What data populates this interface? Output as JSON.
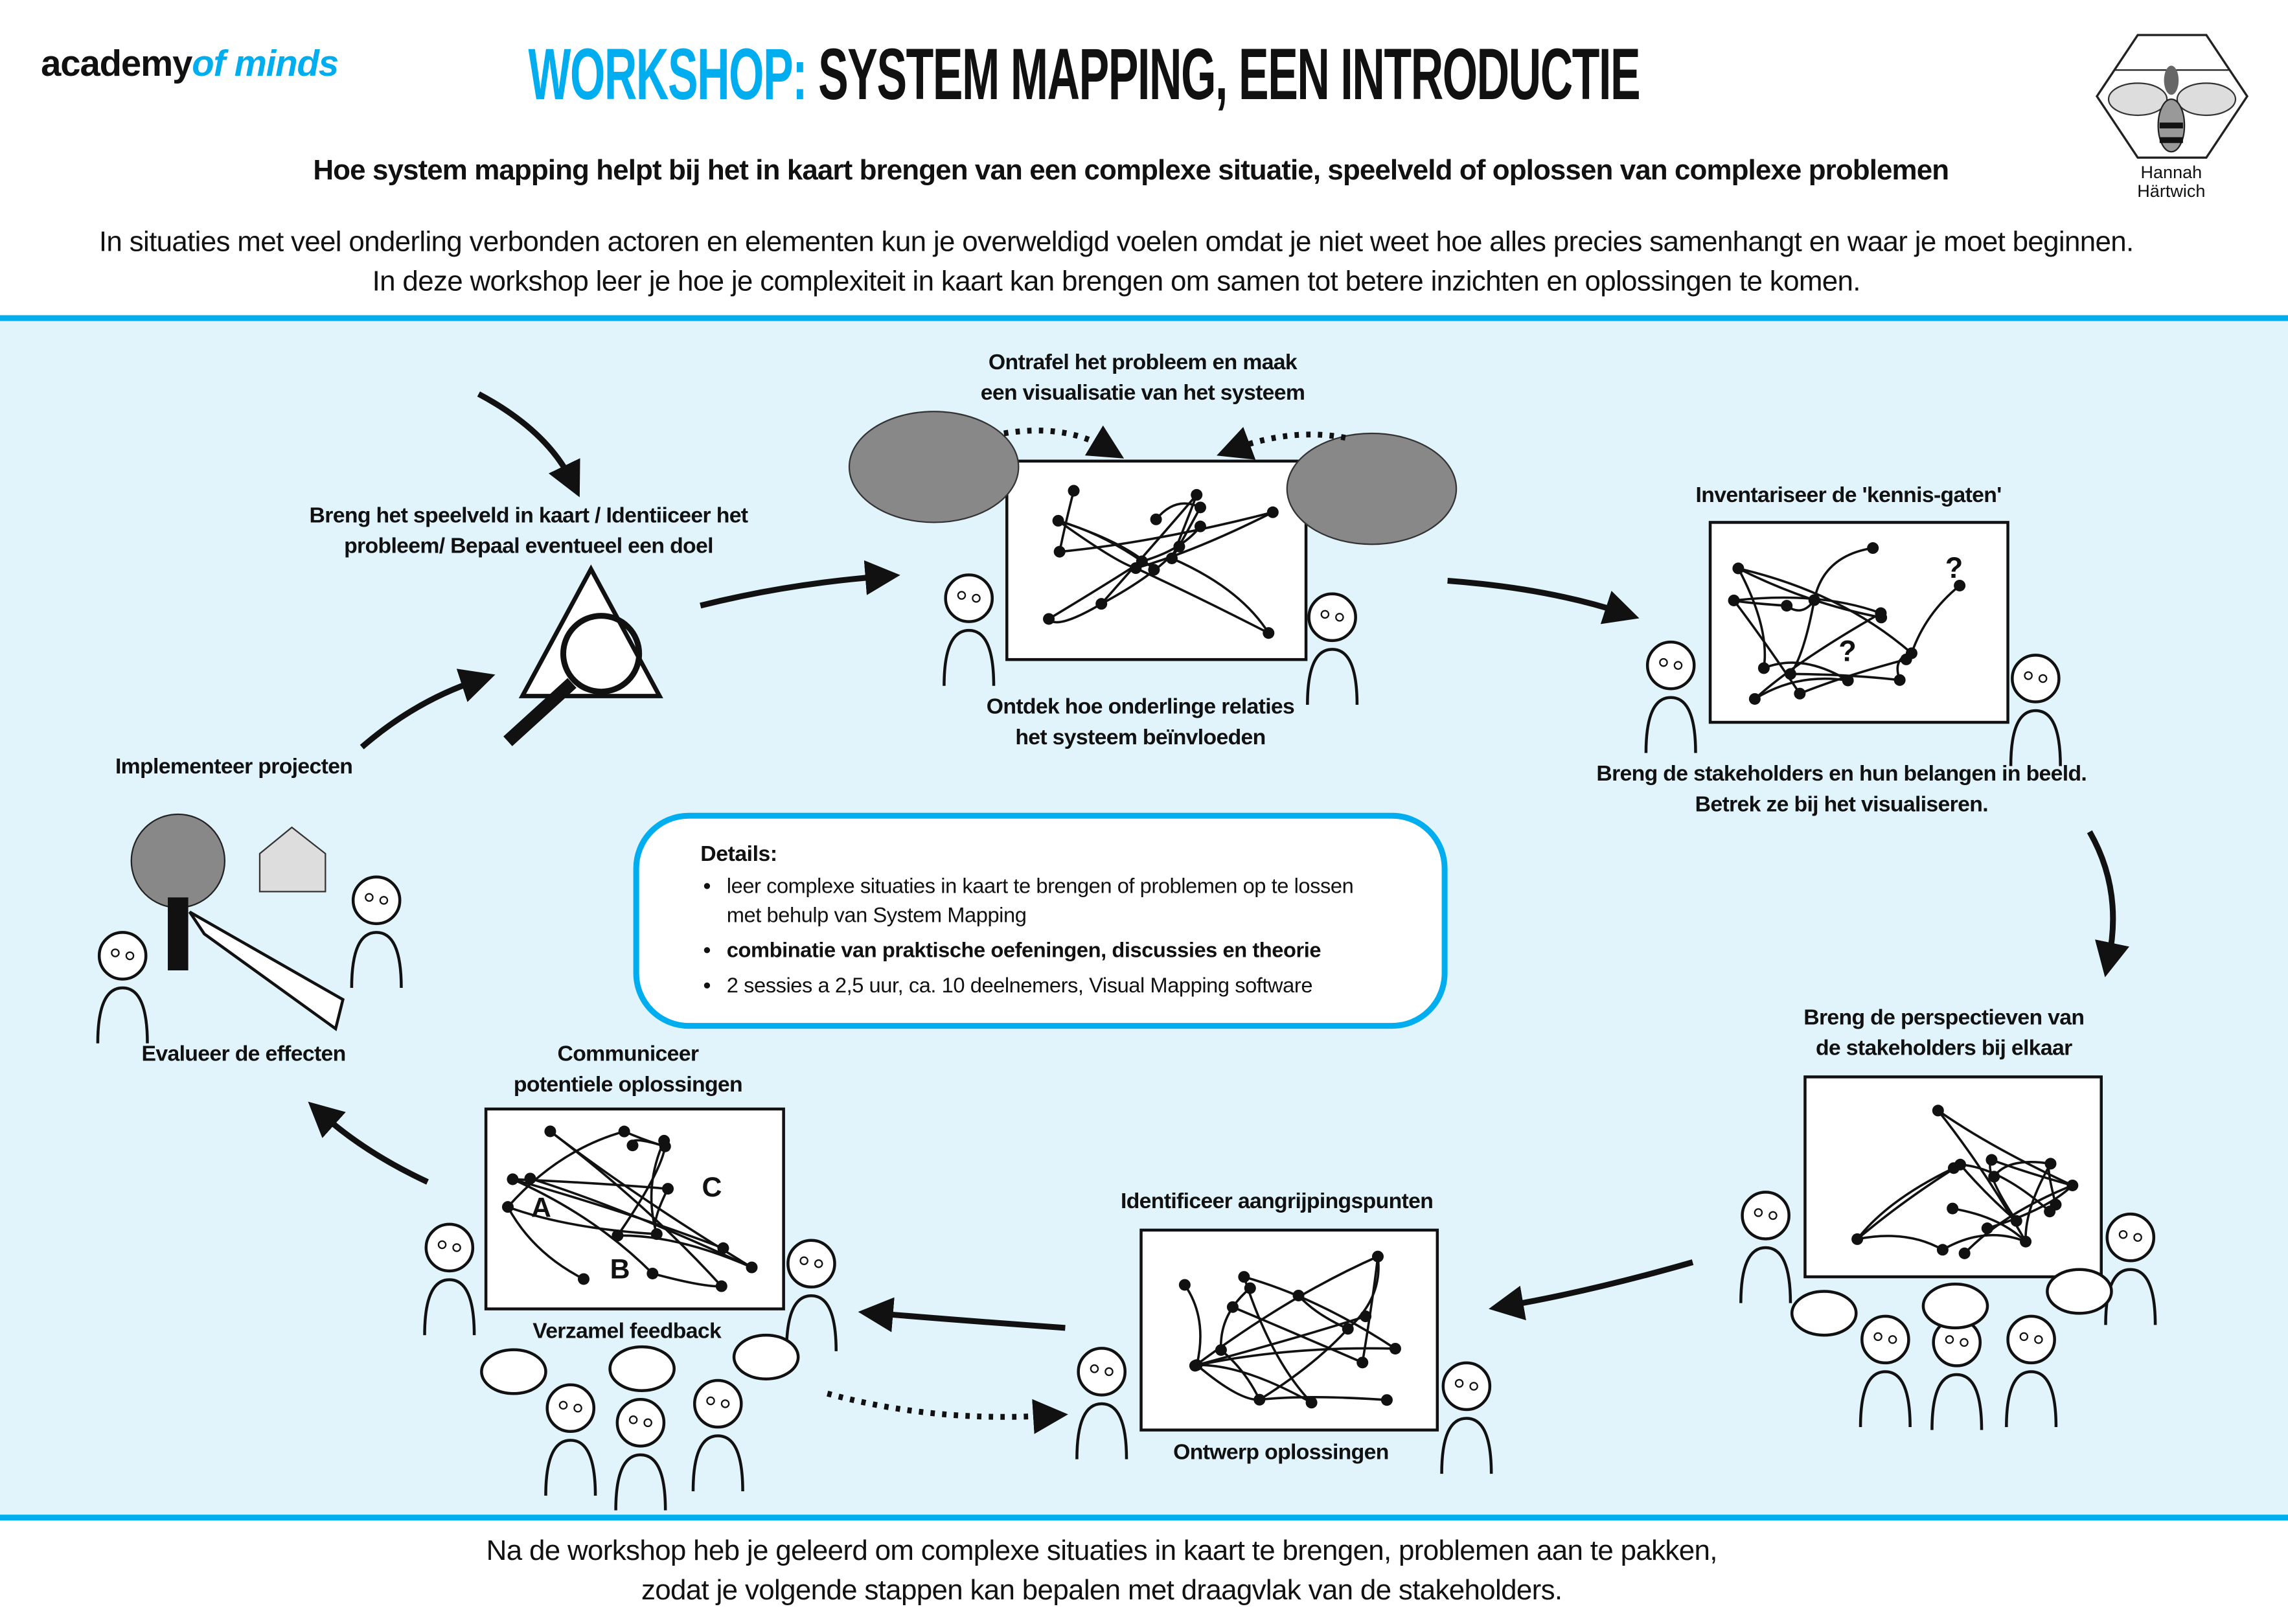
{
  "header": {
    "logo": {
      "part1": "academy",
      "part2": "of minds"
    },
    "title_accent": "WORKSHOP:",
    "title_main": " SYSTEM MAPPING, EEN INTRODUCTIE",
    "subtitle": "Hoe system mapping helpt bij het in kaart brengen van een complexe situatie, speelveld of oplossen van complexe problemen",
    "intro": "In situaties met veel onderling verbonden actoren en elementen kun je overweldigd voelen omdat je niet weet hoe alles precies samenhangt en waar je moet beginnen. In deze workshop leer je hoe je complexiteit in kaart kan brengen om samen tot betere inzichten en oplossingen te komen.",
    "signature": {
      "line1": "Hannah",
      "line2": "Härtwich"
    }
  },
  "steps": {
    "speelveld": [
      "Breng het speelveld in kaart / Identiiceer het",
      "probleem/ Bepaal eventueel een doel"
    ],
    "ontrafel": [
      "Ontrafel het probleem en maak",
      "een visualisatie van het systeem"
    ],
    "ontdek": [
      "Ontdek hoe onderlinge relaties",
      "het systeem beïnvloeden"
    ],
    "inventariseer": [
      "Inventariseer  de 'kennis-gaten'"
    ],
    "stakeholders": [
      "Breng de stakeholders en hun belangen in beeld.",
      "Betrek ze bij het visualiseren."
    ],
    "perspectieven": [
      "Breng de perspectieven van",
      "de stakeholders bij elkaar"
    ],
    "aangrijpingspunten": [
      "Identificeer aangrijpingspunten"
    ],
    "ontwerp": [
      "Ontwerp oplossingen"
    ],
    "communiceer": [
      "Communiceer",
      "potentiele oplossingen"
    ],
    "feedback": [
      "Verzamel feedback"
    ],
    "evalueer": [
      "Evalueer de effecten"
    ],
    "implementeer": [
      "Implementeer projecten"
    ]
  },
  "map_labels": {
    "a": "A",
    "b": "B",
    "c": "C",
    "q1": "?",
    "q2": "?"
  },
  "details": {
    "heading": "Details:",
    "items": [
      "leer complexe situaties in kaart te brengen of problemen op te lossen met behulp van System Mapping",
      "combinatie van praktische oefeningen, discussies en theorie",
      "2 sessies a 2,5 uur, ca. 10 deelnemers, Visual Mapping software"
    ]
  },
  "footer": [
    "Na de workshop heb je geleerd om complexe situaties in kaart te brengen, problemen aan te pakken,",
    "zodat je volgende stappen kan bepalen met draagvlak van de stakeholders."
  ],
  "colors": {
    "accent": "#00aeef",
    "band": "#e1f3fb"
  }
}
